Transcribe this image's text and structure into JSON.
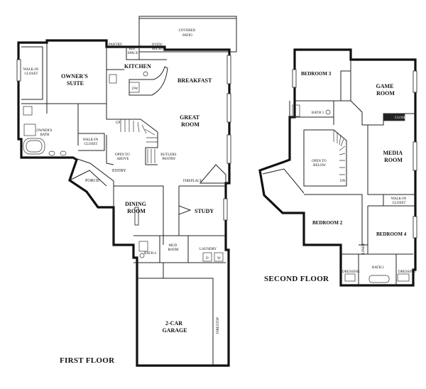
{
  "floors": {
    "first_floor_title": "FIRST FLOOR",
    "second_floor_title": "SECOND FLOOR"
  },
  "first_floor": {
    "covered_patio": [
      "COVERED",
      "PATIO"
    ],
    "pantry": "PANTRY",
    "ref_space": [
      "REF.",
      "SPACE"
    ],
    "oven_micro": [
      "OVEN/",
      "MICRO"
    ],
    "kitchen": "KITCHEN",
    "dw": "DW",
    "breakfast": "BREAKFAST",
    "walk_in_closet": [
      "WALK-IN",
      "CLOSET"
    ],
    "owners_suite": [
      "OWNER'S",
      "SUITE"
    ],
    "owners_bath": [
      "OWNER'S",
      "BATH"
    ],
    "walk_in_closet_2": [
      "WALK-IN",
      "CLOSET"
    ],
    "great_room": [
      "GREAT",
      "ROOM"
    ],
    "up": "UP",
    "open_to_above": [
      "OPEN TO",
      "ABOVE"
    ],
    "butlers_pantry": [
      "BUTLERS",
      "PANTRY"
    ],
    "entry": "ENTRY",
    "porch": "PORCH",
    "fireplace": "FIREPLACE",
    "dining_room": [
      "DINING",
      "ROOM"
    ],
    "study": "STUDY",
    "bath_4": "BATH 4",
    "mud_room": [
      "MUD",
      "ROOM"
    ],
    "laundry": "LAUNDRY",
    "dryer": "D",
    "washer": "W",
    "garage": [
      "2-CAR",
      "GARAGE"
    ],
    "firestop": "FIRESTOP"
  },
  "second_floor": {
    "bedroom_3": "BEDROOM 3",
    "game_room": [
      "GAME",
      "ROOM"
    ],
    "bath_3": "BATH 3",
    "closet": "CLOSET",
    "media_room": [
      "MEDIA",
      "ROOM"
    ],
    "open_to_below": [
      "OPEN TO",
      "BELOW"
    ],
    "dn": "DN",
    "bedroom_2": "BEDROOM 2",
    "bedroom_4": "BEDROOM 4",
    "walk_in_closet": [
      "WALK-IN",
      "CLOSET"
    ],
    "linen": "LINEN",
    "bath_2": "BATH 2",
    "dressing_left": "DRESSING",
    "dressing_right": "DRESSING"
  }
}
